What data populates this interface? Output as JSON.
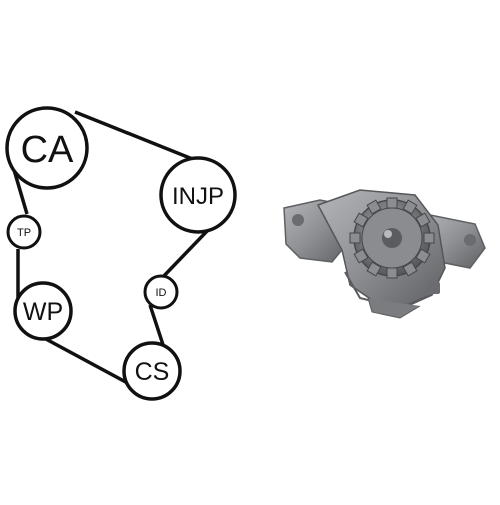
{
  "diagram": {
    "pulleys": [
      {
        "id": "ca",
        "label": "CA"
      },
      {
        "id": "injp",
        "label": "INJP"
      },
      {
        "id": "tp",
        "label": "TP"
      },
      {
        "id": "id",
        "label": "ID"
      },
      {
        "id": "wp",
        "label": "WP"
      },
      {
        "id": "cs",
        "label": "CS"
      }
    ]
  },
  "product": {
    "name": "water-pump",
    "colors": {
      "body": "#8e9093",
      "shadow": "#5e6063",
      "highlight": "#c4c6c8",
      "gear": "#6f7174"
    }
  },
  "colors": {
    "belt": "#111111",
    "circle_stroke": "#111111",
    "background": "#ffffff"
  }
}
